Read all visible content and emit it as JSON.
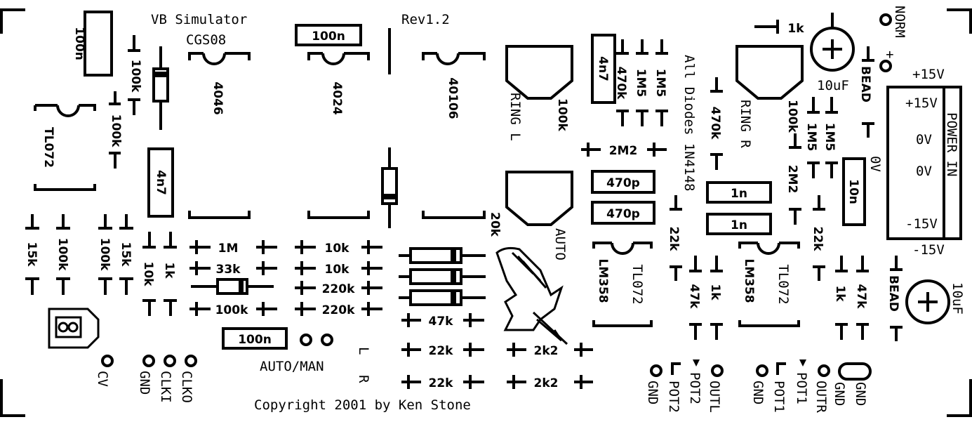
{
  "header": {
    "title": "VB Simulator",
    "board": "CGS08",
    "rev": "Rev1.2"
  },
  "footer": {
    "copyright": "Copyright 2001 by Ken Stone"
  },
  "note": {
    "diodes": "All Diodes 1N4148"
  },
  "ics": {
    "u1": "4046",
    "u2": "4024",
    "u3": "40106",
    "op1": "TL072",
    "op2": "TL072",
    "op2b": "LM358",
    "op3": "TL072",
    "op3b": "LM358"
  },
  "transformers": {
    "ring_l": "RING L",
    "ring_r": "RING R",
    "auto": "AUTO"
  },
  "caps": {
    "c100n_a": "100n",
    "c100n_b": "100n",
    "c100n_c": "100n",
    "c4n7_a": "4n7",
    "c4n7_b": "4n7",
    "c470p_a": "470p",
    "c470p_b": "470p",
    "c1n_a": "1n",
    "c1n_b": "1n",
    "c10n": "10n",
    "c10uf_a": "10uF",
    "c10uf_b": "10uF"
  },
  "resistors": {
    "r100k_1": "100k",
    "r100k_2": "100k",
    "r15k_1": "15k",
    "r100k_3": "100k",
    "r100k_4": "100k",
    "r15k_2": "15k",
    "r10k_v": "10k",
    "r1k_v": "1k",
    "r1m": "1M",
    "r33k": "33k",
    "r100k_h": "100k",
    "r10k_a": "10k",
    "r10k_b": "10k",
    "r220k_a": "220k",
    "r220k_b": "220k",
    "r47k_h": "47k",
    "r22k_a": "22k",
    "r22k_b": "22k",
    "r2k2_a": "2k2",
    "r2k2_b": "2k2",
    "r20k": "20k",
    "r100k_ringl": "100k",
    "r470k_a": "470k",
    "r1m5_a": "1M5",
    "r1m5_b": "1M5",
    "r2m2_a": "2M2",
    "r22k_c": "22k",
    "r47k_a": "47k",
    "r1k_a": "1k",
    "r1k_top": "1k",
    "r470k_b": "470k",
    "r100k_ringr": "100k",
    "r1m5_c": "1M5",
    "r1m5_d": "1M5",
    "r2m2_b": "2M2",
    "r22k_d": "22k",
    "r1k_b": "1k",
    "r47k_b": "47k"
  },
  "connectors": {
    "cv": "CV",
    "gnd1": "GND",
    "clki": "CLKI",
    "clko": "CLKO",
    "auto_man": "AUTO/MAN",
    "l": "L",
    "r": "R",
    "gnd_pot2": "GND",
    "pot2": "POT2",
    "outl": "OUTL",
    "gnd_pot1": "GND",
    "pot1": "POT1",
    "outr": "OUTR",
    "gnd_a": "GND",
    "gnd_b": "GND",
    "norm": "NORM",
    "plus": "+",
    "bead_a": "BEAD",
    "bead_b": "BEAD"
  },
  "power": {
    "title": "POWER IN",
    "p15_out": "+15V",
    "p15_in": "+15V",
    "zero_a": "0V",
    "zero_b": "0V",
    "zero_side": "0V",
    "m15_in": "-15V",
    "m15_out": "-15V"
  }
}
